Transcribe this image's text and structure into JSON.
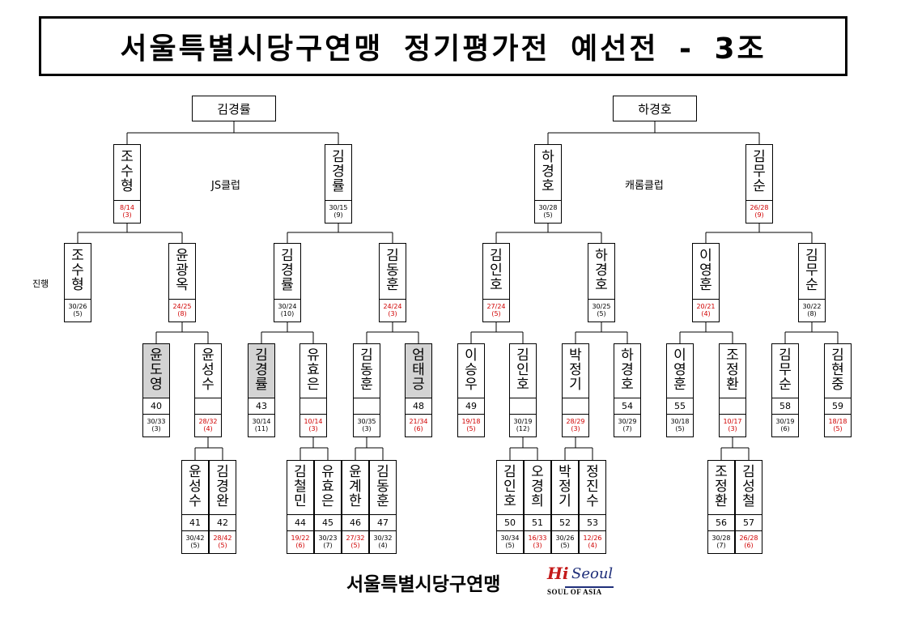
{
  "title": "서울특별시당구연맹 정기평가전 예선전 - 3조",
  "left_group": {
    "winner": "김경률",
    "club": "JS클럽",
    "progress_label": "진행",
    "semis": [
      {
        "name": "조수형",
        "score": "8/14",
        "innings": "(3)",
        "red": true
      },
      {
        "name": "김경률",
        "score": "30/15",
        "innings": "(9)",
        "red": false
      }
    ],
    "quarters": [
      {
        "name": "조수형",
        "score": "30/26",
        "innings": "(5)",
        "red": false
      },
      {
        "name": "윤광옥",
        "score": "24/25",
        "innings": "(8)",
        "red": true
      },
      {
        "name": "김경률",
        "score": "30/24",
        "innings": "(10)",
        "red": false
      },
      {
        "name": "김동훈",
        "score": "24/24",
        "innings": "(3)",
        "red": true
      }
    ],
    "round16": [
      {
        "name": "윤도영",
        "no": "40",
        "score": "30/33",
        "innings": "(3)",
        "red": false,
        "shaded": true
      },
      {
        "name": "윤성수",
        "no": "",
        "score": "28/32",
        "innings": "(4)",
        "red": true,
        "shaded": false
      },
      {
        "name": "김경률",
        "no": "43",
        "score": "30/14",
        "innings": "(11)",
        "red": false,
        "shaded": true
      },
      {
        "name": "유효은",
        "no": "",
        "score": "10/14",
        "innings": "(3)",
        "red": true,
        "shaded": false
      },
      {
        "name": "김동훈",
        "no": "",
        "score": "30/35",
        "innings": "(3)",
        "red": false,
        "shaded": false
      },
      {
        "name": "엄태긍",
        "no": "48",
        "score": "21/34",
        "innings": "(6)",
        "red": true,
        "shaded": true
      }
    ],
    "round32": [
      {
        "name": "윤성수",
        "no": "41",
        "score": "30/42",
        "innings": "(5)",
        "red": false
      },
      {
        "name": "김경완",
        "no": "42",
        "score": "28/42",
        "innings": "(5)",
        "red": true
      },
      {
        "name": "김철민",
        "no": "44",
        "score": "19/22",
        "innings": "(6)",
        "red": true
      },
      {
        "name": "유효은",
        "no": "45",
        "score": "30/23",
        "innings": "(7)",
        "red": false
      },
      {
        "name": "윤계한",
        "no": "46",
        "score": "27/32",
        "innings": "(5)",
        "red": true
      },
      {
        "name": "김동훈",
        "no": "47",
        "score": "30/32",
        "innings": "(4)",
        "red": false
      }
    ]
  },
  "right_group": {
    "winner": "하경호",
    "club": "캐롬클럽",
    "semis": [
      {
        "name": "하경호",
        "score": "30/28",
        "innings": "(5)",
        "red": false
      },
      {
        "name": "김무순",
        "score": "26/28",
        "innings": "(9)",
        "red": true
      }
    ],
    "quarters": [
      {
        "name": "김인호",
        "score": "27/24",
        "innings": "(5)",
        "red": true
      },
      {
        "name": "하경호",
        "score": "30/25",
        "innings": "(5)",
        "red": false
      },
      {
        "name": "이영훈",
        "score": "20/21",
        "innings": "(4)",
        "red": true
      },
      {
        "name": "김무순",
        "score": "30/22",
        "innings": "(8)",
        "red": false
      }
    ],
    "round16": [
      {
        "name": "이승우",
        "no": "49",
        "score": "19/18",
        "innings": "(5)",
        "red": true,
        "shaded": false
      },
      {
        "name": "김인호",
        "no": "",
        "score": "30/19",
        "innings": "(12)",
        "red": false,
        "shaded": false
      },
      {
        "name": "박정기",
        "no": "",
        "score": "28/29",
        "innings": "(3)",
        "red": true,
        "shaded": false
      },
      {
        "name": "하경호",
        "no": "54",
        "score": "30/29",
        "innings": "(7)",
        "red": false,
        "shaded": false
      },
      {
        "name": "이영훈",
        "no": "55",
        "score": "30/18",
        "innings": "(5)",
        "red": false,
        "shaded": false
      },
      {
        "name": "조정환",
        "no": "",
        "score": "10/17",
        "innings": "(3)",
        "red": true,
        "shaded": false
      },
      {
        "name": "김무순",
        "no": "58",
        "score": "30/19",
        "innings": "(6)",
        "red": false,
        "shaded": false
      },
      {
        "name": "김현중",
        "no": "59",
        "score": "18/18",
        "innings": "(5)",
        "red": true,
        "shaded": false
      }
    ],
    "round32": [
      {
        "name": "김인호",
        "no": "50",
        "score": "30/34",
        "innings": "(5)",
        "red": false
      },
      {
        "name": "오경희",
        "no": "51",
        "score": "16/33",
        "innings": "(3)",
        "red": true
      },
      {
        "name": "박정기",
        "no": "52",
        "score": "30/26",
        "innings": "(5)",
        "red": false
      },
      {
        "name": "정진수",
        "no": "53",
        "score": "12/26",
        "innings": "(4)",
        "red": true
      },
      {
        "name": "조정환",
        "no": "56",
        "score": "30/28",
        "innings": "(7)",
        "red": false
      },
      {
        "name": "김성철",
        "no": "57",
        "score": "26/28",
        "innings": "(6)",
        "red": true
      }
    ]
  },
  "footer": {
    "org_name": "서울특별시당구연맹",
    "logo_text": "Hi Seoul",
    "logo_tagline": "SOUL OF ASIA"
  },
  "colors": {
    "loss_score": "#d00000",
    "seeded_fill": "#d3d3d3",
    "line": "#000000"
  }
}
